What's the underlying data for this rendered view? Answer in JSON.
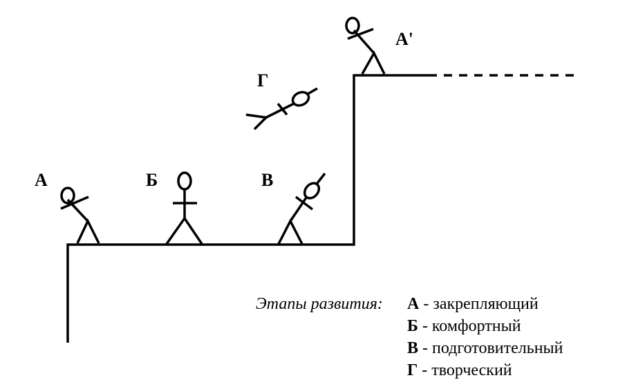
{
  "labels": {
    "a": "А",
    "b": "Б",
    "v": "В",
    "g": "Г",
    "a_prime": "А'"
  },
  "legend": {
    "title": "Этапы развития:",
    "items": [
      {
        "letter": "А",
        "text": " - закрепляющий"
      },
      {
        "letter": "Б",
        "text": " - комфортный"
      },
      {
        "letter": "В",
        "text": " - подготовительный"
      },
      {
        "letter": "Г",
        "text": " - творческий"
      }
    ]
  }
}
